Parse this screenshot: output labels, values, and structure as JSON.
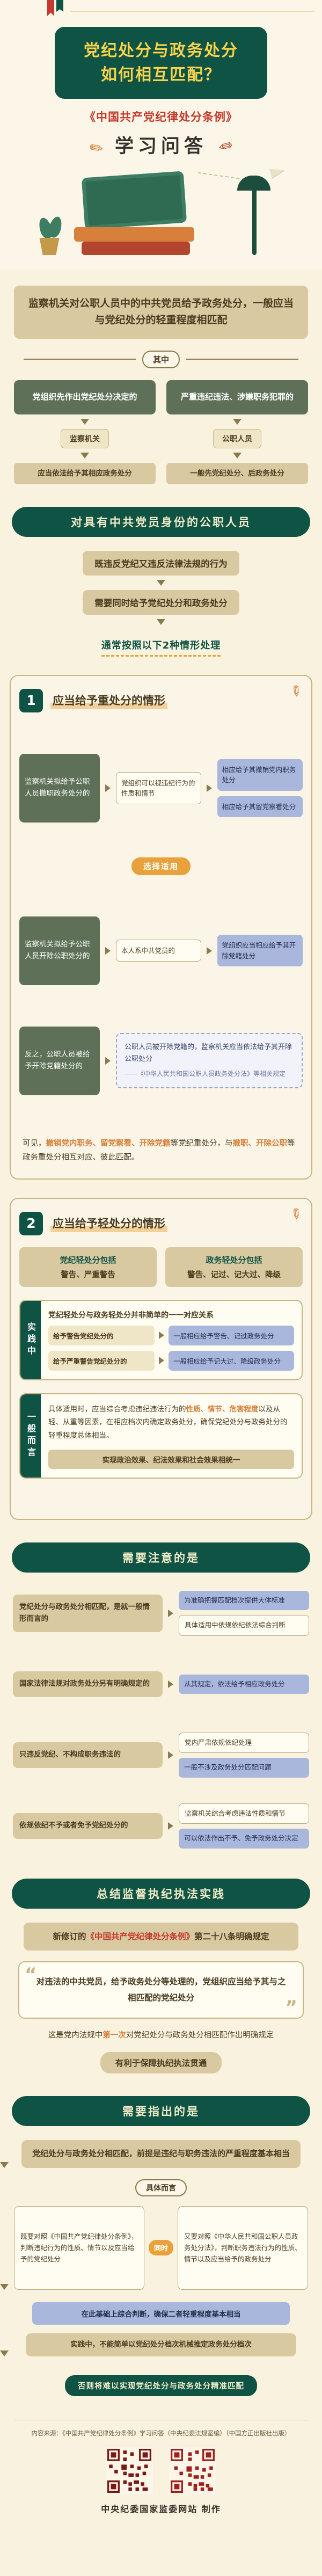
{
  "colors": {
    "background": "#f8f2de",
    "brand_green": "#0e5344",
    "brand_red": "#c43a2e",
    "tan": "#d9c9a0",
    "sage": "#5e7158",
    "periwinkle": "#aab7dd",
    "orange": "#e9a23b",
    "qr_red": "#8c1c1c"
  },
  "header": {
    "title_line1": "党纪处分与政务处分",
    "title_line2": "如何相互匹配？",
    "book_title": "《中国共产党纪律处分条例》",
    "series_label": "学习问答",
    "pencil_icon": "✎",
    "pen_icon": "✎"
  },
  "intro": {
    "text": "监察机关对公职人员中的中共党员给予政务处分，一般应当与党纪处分的轻重程度相匹配",
    "divider_label": "其中",
    "left_head": "党组织先作出党纪处分决定的",
    "left_mid": "监察机关",
    "left_foot": "应当依法给予其相应政务处分",
    "right_head": "严重违纪违法、涉嫌职务犯罪的",
    "right_mid": "公职人员",
    "right_foot": "一般先党纪处分、后政务处分"
  },
  "section_a": {
    "header": "对具有中共党员身份的公职人员",
    "flow1": "既违反党纪又违反法律法规的行为",
    "flow2": "需要同时给予党纪处分和政务处分",
    "note": "通常按照以下2种情形处理"
  },
  "case1": {
    "num": "1",
    "title": "应当给予重处分的情形",
    "row1_left": "监察机关拟给予公职人员撤职政务处分的",
    "row1_mid": "党组织可以视违纪行为的性质和情节",
    "row1_res1": "相应给予其撤销党内职务处分",
    "row1_res2": "相应给予其留党察看处分",
    "choice_label": "选择适用",
    "row2_left": "监察机关拟给予公职人员开除公职处分的",
    "row2_mid": "本人系中共党员的",
    "row2_res": "党组织应当相应给予其开除党籍处分",
    "row3_left": "反之，公职人员被给予开除党籍处分的",
    "law_quote": "公职人员被开除党籍的，监察机关应当依法给予其开除公职处分",
    "law_ref": "——《中华人民共和国公职人员政务处分法》等相关规定",
    "sum_pre": "可见，",
    "sum_em1": "撤销党内职务、留党察看、开除党籍",
    "sum_mid": "等党纪重处分，与",
    "sum_em2": "撤职、开除公职",
    "sum_post": "等政务重处分相互对应、彼此匹配。"
  },
  "case2": {
    "num": "2",
    "title": "应当给予轻处分的情形",
    "left_label": "党纪轻处分包括",
    "left_value": "警告、严重警告",
    "right_label": "政务轻处分包括",
    "right_value": "警告、记过、记大过、降级",
    "practice_tab": "实践中",
    "practice_intro": "党纪轻处分与政务轻处分并非简单的一一对应关系",
    "p1_cond": "给予警告党纪处分的",
    "p1_res": "一般相应给予警告、记过政务处分",
    "p2_cond": "给予严重警告党纪处分的",
    "p2_res": "一般相应给予记大过、降级政务处分",
    "general_tab": "一般而言",
    "general_pre": "具体适用时，应当综合考虑违纪违法行为的",
    "general_em": "性质、情节、危害程度",
    "general_post": "以及从轻、从重等因素，在相应档次内确定政务处分，确保党纪处分与政务处分的轻重程度总体相当。",
    "general_final": "实现政治效果、纪法效果和社会效果相统一"
  },
  "notice": {
    "header": "需要注意的是",
    "rows": [
      {
        "left": "党纪处分与政务处分相匹配，是就一般情形而言的",
        "r1": "为准确把握匹配档次提供大体标准",
        "r2": "具体适用中依规依纪依法综合判断"
      },
      {
        "left": "国家法律法规对政务处分另有明确规定的",
        "r1": "从其规定，依法给予相应政务处分"
      },
      {
        "left": "只违反党纪、不构成职务违法的",
        "r1": "党内严肃依规依纪处理",
        "r2": "一般不涉及政务处分匹配问题"
      },
      {
        "left": "依规依纪不予或者免予党纪处分的",
        "r1": "监察机关综合考虑违法性质和情节",
        "r2": "可以依法作出不予、免予政务处分决定"
      }
    ]
  },
  "summary_section": {
    "header": "总结监督执纪执法实践",
    "lead_pre": "新修订的",
    "lead_book": "《中国共产党纪律处分条例》",
    "lead_post": "第二十八条明确规定",
    "quote_open": "“",
    "quote_close": "”",
    "quote": "对违法的中共党员，给予政务处分等处理的，党组织应当给予其与之相匹配的党纪处分",
    "para_pre": "这是党内法规中",
    "para_em": "第一次",
    "para_post": "对党纪处分与政务处分相匹配作出明确规定",
    "final": "有利于保障执纪执法贯通"
  },
  "pointout": {
    "header": "需要指出的是",
    "lead": "党纪处分与政务处分相匹配，前提是违纪与职务违法的严重程度基本相当",
    "connector": "具体而言",
    "box_left": "既要对照《中国共产党纪律处分条例》，判断违纪行为的性质、情节以及应当给予的党纪处分",
    "mid_label": "同时",
    "box_right": "又要对照《中华人民共和国公职人员政务处分法》，判断职务违法行为的性质、情节以及应当给予的政务处分",
    "merge": "在此基础上综合判断，确保二者轻重程度基本相当",
    "note": "实践中，不能简单以党纪处分档次机械推定政务处分档次",
    "final": "否则将难以实现党纪处分与政务处分精准匹配"
  },
  "footer": {
    "source": "内容来源：《中国共产党纪律处分条例》学习问答（中央纪委法规室编）（中国方正出版社出版）",
    "credit": "中央纪委国家监委网站 制作"
  }
}
